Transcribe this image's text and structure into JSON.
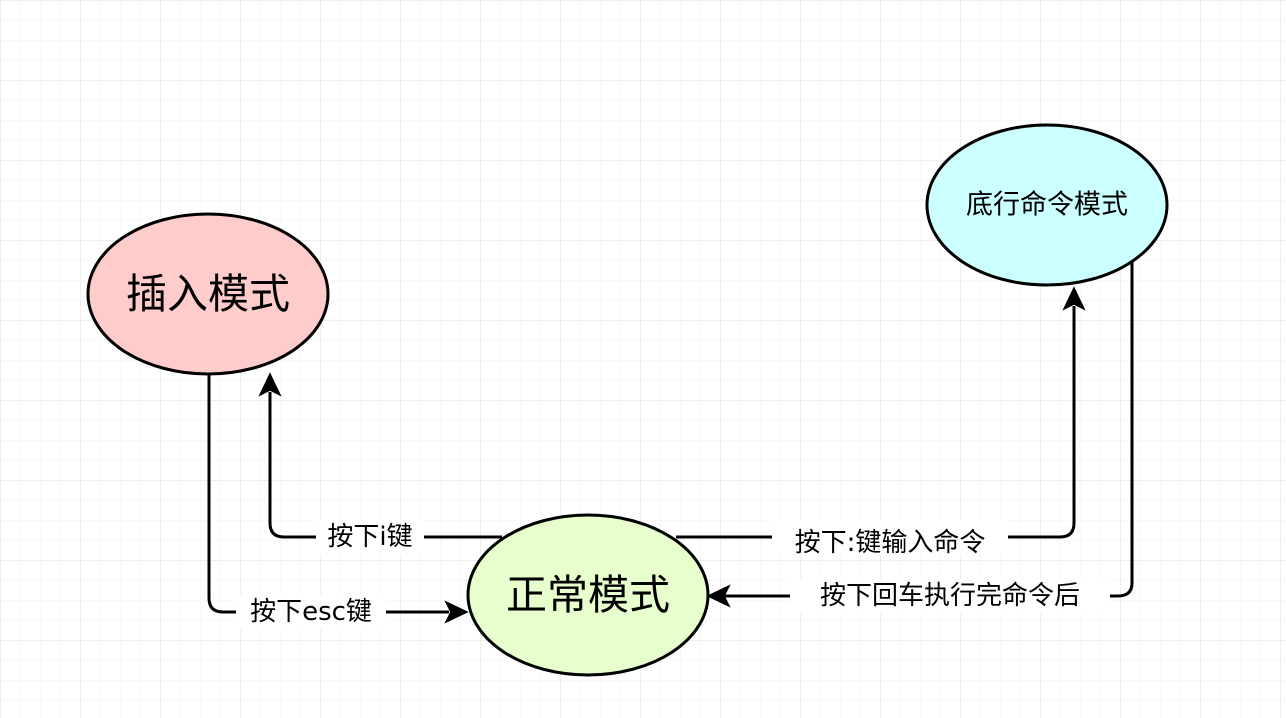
{
  "colors": {
    "grid_minor": "#f0f0f0",
    "grid_major": "#d9d9d9",
    "stroke": "#000000",
    "insert_fill": "#ffcccc",
    "normal_fill": "#e6ffcc",
    "command_fill": "#ccffff"
  },
  "nodes": {
    "insert_mode": {
      "label": "插入模式"
    },
    "normal_mode": {
      "label": "正常模式"
    },
    "command_mode": {
      "label": "底行命令模式"
    }
  },
  "edges": {
    "press_i": {
      "label": "按下i键"
    },
    "press_esc": {
      "label": "按下esc键"
    },
    "press_colon": {
      "label": "按下:键输入命令"
    },
    "press_enter": {
      "label": "按下回车执行完命令后"
    }
  }
}
